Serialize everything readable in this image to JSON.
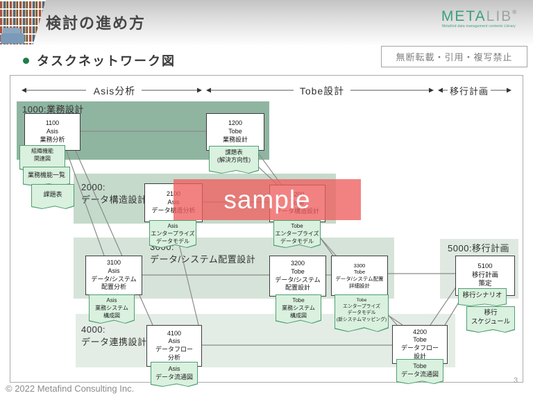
{
  "header": {
    "title": "検討の進め方",
    "logo": {
      "part_green": "META",
      "part_gray": "LIB",
      "reg": "®",
      "subtitle": "Metafind data management contents Library"
    }
  },
  "section": {
    "heading": "タスクネットワーク図",
    "notice": "無断転載・引用・複写禁止"
  },
  "axis": {
    "segments": [
      "Asis分析",
      "Tobe設計",
      "移行計画"
    ]
  },
  "diagram": {
    "bands": {
      "b1000": "1000:業務設計",
      "b2000": "2000:\nデータ構造設計",
      "b3000": "3000:\nデータ/システム配置設計",
      "b4000": "4000:\nデータ連携設計",
      "b5000": "5000:移行計画"
    },
    "tasks": {
      "t1100": "1100\nAsis\n業務分析",
      "t1200": "1200\nTobe\n業務設計",
      "t2100": "2100\nAsis\nデータ構造分析",
      "t2200": "2200\nTobe\nデータ構造設計",
      "t3100": "3100\nAsis\nデータ/システム\n配置分析",
      "t3200": "3200\nTobe\nデータ/システム\n配置設計",
      "t3300": "3300\nTobe\nデータ/システム配置\n詳細設計",
      "t4100": "4100\nAsis\nデータフロー\n分析",
      "t4200": "4200\nTobe\nデータフロー\n設計",
      "t5100": "5100\n移行計画\n策定"
    },
    "deliverables": {
      "org_kinou": "組織機能\n関連図",
      "gyomu_list": "業務機能一覧",
      "kadai": "課題表",
      "kadai_kaiketsu": "課題表\n(解決方向性)",
      "asis_edm": "Asis\nエンタープライズ\nデータモデル",
      "tobe_edm": "Tobe\nエンタープライズ\nデータモデル",
      "asis_sys": "Asis\n業務システム\n構成図",
      "tobe_sys": "Tobe\n業務システム\n構成図",
      "tobe_edm_map": "Tobe\nエンタープライズ\nデータモデル\n(新システムマッピング)",
      "asis_flow": "Asis\nデータ流通図",
      "tobe_flow": "Tobe\nデータ流通図",
      "ikou_scenario": "移行シナリオ",
      "ikou_schedule": "移行\nスケジュール"
    },
    "watermark": "sample"
  },
  "footer": {
    "copyright": "© 2022 Metafind Consulting Inc.",
    "page": "3"
  },
  "colors": {
    "band_1000": "#8fb5a1",
    "band_2000": "#c5dacb",
    "band_3000": "#d6e3d9",
    "band_4000": "#e3ede5",
    "band_5000": "#dfe9e1",
    "sticky_fill": "#d9f1de",
    "sticky_border": "#4f9e72",
    "watermark_red": "#ee5f5f",
    "logo_green": "#3aa07f",
    "bullet_green": "#1f7d49",
    "connector_gray": "#8a8a8a"
  }
}
